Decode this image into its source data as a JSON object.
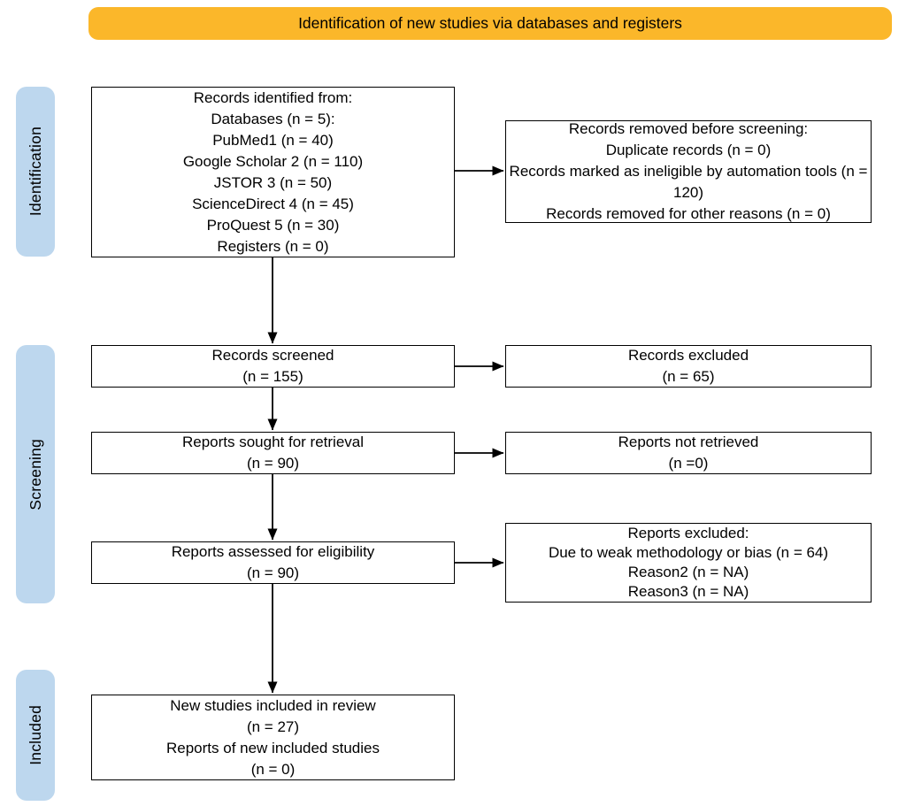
{
  "banner": {
    "label": "Identification of new studies via databases and registers"
  },
  "colors": {
    "banner_bg": "#FBB72A",
    "stage_label_bg": "#BDD7EE",
    "box_border": "#000000",
    "arrow": "#000000"
  },
  "stage_labels": {
    "identification": "Identification",
    "screening": "Screening",
    "included": "Included"
  },
  "boxes": {
    "records_identified": {
      "lines": [
        "Records identified from:",
        "Databases (n = 5):",
        "PubMed1 (n = 40)",
        "Google Scholar 2 (n = 110)",
        "JSTOR 3 (n = 50)",
        "ScienceDirect 4 (n = 45)",
        "ProQuest 5 (n = 30)",
        "Registers (n = 0)"
      ]
    },
    "records_removed": {
      "lines": [
        "Records removed before screening:",
        "Duplicate records (n = 0)",
        "Records marked as ineligible by automation tools (n = 120)",
        "Records removed for other reasons (n = 0)"
      ]
    },
    "records_screened": {
      "lines": [
        "Records screened",
        "(n = 155)"
      ]
    },
    "records_excluded": {
      "lines": [
        "Records excluded",
        "(n = 65)"
      ]
    },
    "reports_sought": {
      "lines": [
        "Reports sought for retrieval",
        "(n = 90)"
      ]
    },
    "reports_not_retrieved": {
      "lines": [
        "Reports not retrieved",
        "(n =0)"
      ]
    },
    "reports_assessed": {
      "lines": [
        "Reports assessed for eligibility",
        "(n = 90)"
      ]
    },
    "reports_excluded": {
      "lines": [
        "Reports excluded:",
        "Due to weak methodology or bias (n = 64)",
        "Reason2 (n = NA)",
        "Reason3 (n = NA)"
      ]
    },
    "new_studies_included": {
      "lines": [
        "New studies included in review",
        "(n = 27)",
        "Reports of new included studies",
        "(n = 0)"
      ]
    }
  }
}
